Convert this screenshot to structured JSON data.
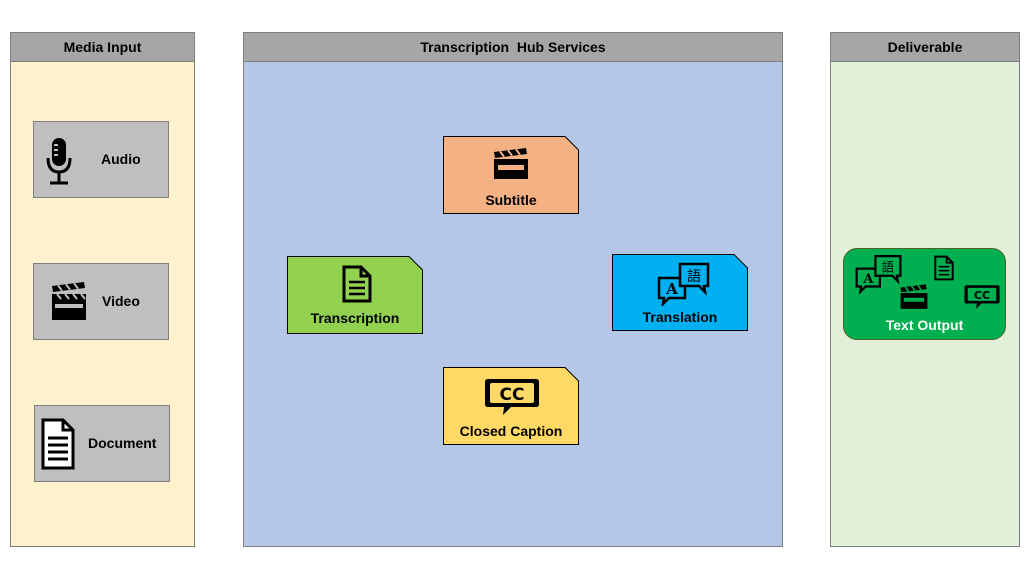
{
  "lanes": {
    "media_input": "Media Input",
    "hub_services": "Transcription  Hub Services",
    "deliverable": "Deliverable"
  },
  "inputs": [
    {
      "label": "Audio",
      "icon": "microphone-icon"
    },
    {
      "label": "Video",
      "icon": "clapperboard-icon"
    },
    {
      "label": "Document",
      "icon": "document-icon"
    }
  ],
  "services": {
    "subtitle": {
      "label": "Subtitle",
      "icon": "clapperboard-icon",
      "color": "#f4b183"
    },
    "transcription": {
      "label": "Transcription",
      "icon": "document-icon",
      "color": "#92d050"
    },
    "translation": {
      "label": "Translation",
      "icon": "translate-icon",
      "color": "#00b0f0"
    },
    "closed_caption": {
      "label": "Closed Caption",
      "icon": "closed-caption-icon",
      "color": "#ffd966"
    }
  },
  "output": {
    "label": "Text Output",
    "color": "#00b050"
  },
  "colors": {
    "media_input_bg": "#fff2cc",
    "hub_bg": "#b4c7e7",
    "deliverable_bg": "#e2f0d9",
    "header_bg": "#a6a6a6"
  }
}
